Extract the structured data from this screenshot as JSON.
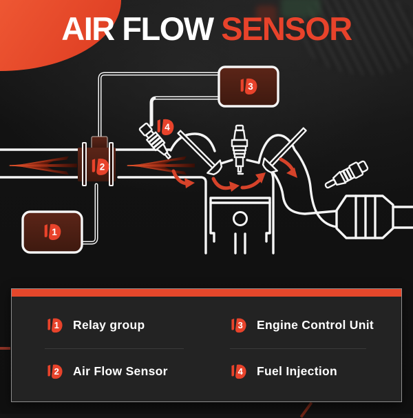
{
  "header": {
    "title_white": "AIR FLOW ",
    "title_accent": "SENSOR"
  },
  "diagram": {
    "badge_relay": "1",
    "badge_sensor": "2",
    "badge_ecu": "3",
    "badge_injector": "4"
  },
  "legend": {
    "items": [
      {
        "num": "1",
        "label": "Relay group"
      },
      {
        "num": "2",
        "label": "Air Flow Sensor"
      },
      {
        "num": "3",
        "label": "Engine Control Unit"
      },
      {
        "num": "4",
        "label": "Fuel Injection"
      }
    ]
  },
  "colors": {
    "accent": "#E5472B",
    "badge": "#E8432B",
    "box-fill": "#4A2016",
    "panel-bg": "#232323",
    "line": "#F5F5F5",
    "arrow": "#D6432A",
    "bg": "#141414"
  }
}
